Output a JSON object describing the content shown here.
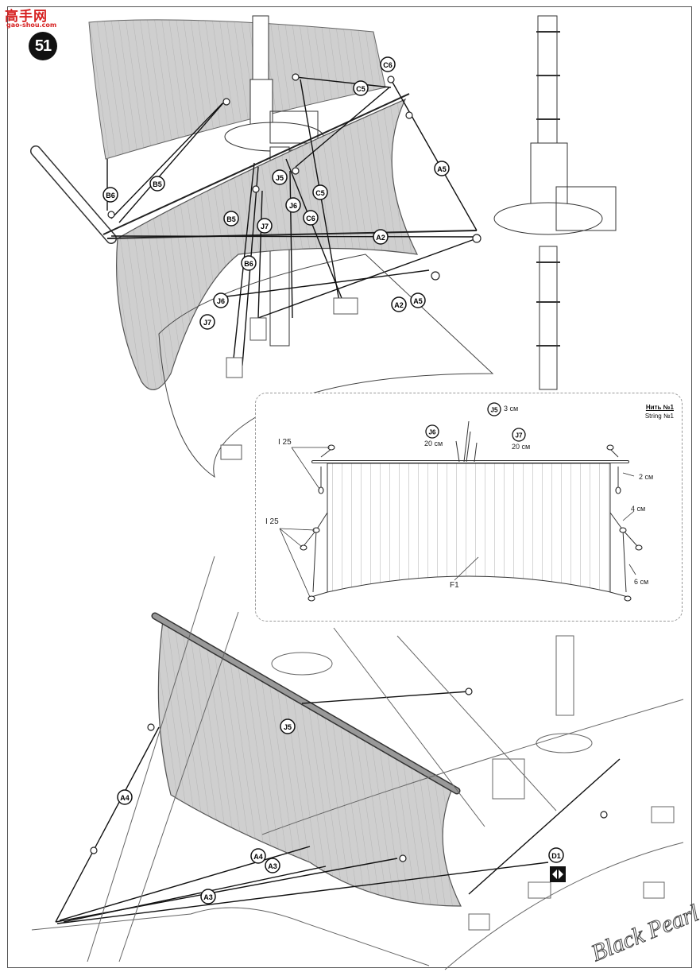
{
  "watermark": {
    "top": "高手网",
    "bottom": "gao-shou.com"
  },
  "step_number": "51",
  "callouts_top": [
    "C6",
    "C5",
    "A5",
    "J5",
    "C5",
    "B5",
    "B6",
    "B5",
    "J6",
    "J7",
    "C6",
    "A2",
    "B6",
    "J6",
    "J7",
    "A2",
    "A5"
  ],
  "callouts_bottom": [
    "J5",
    "A4",
    "A4",
    "A3",
    "A3",
    "D1"
  ],
  "inset": {
    "string_title": "Нить №1",
    "string_subtitle": "String №1",
    "sail_label": "F1",
    "labels": {
      "i25_top": "I 25",
      "i25_bottom": "I 25",
      "j5": "J5",
      "j5_len": "3 см",
      "j6": "J6",
      "j6_len": "20 см",
      "j7": "J7",
      "j7_len": "20 см",
      "right_2": "2 см",
      "right_4": "4 см",
      "right_6": "6 см"
    }
  },
  "hull_text": "Black Pearl"
}
